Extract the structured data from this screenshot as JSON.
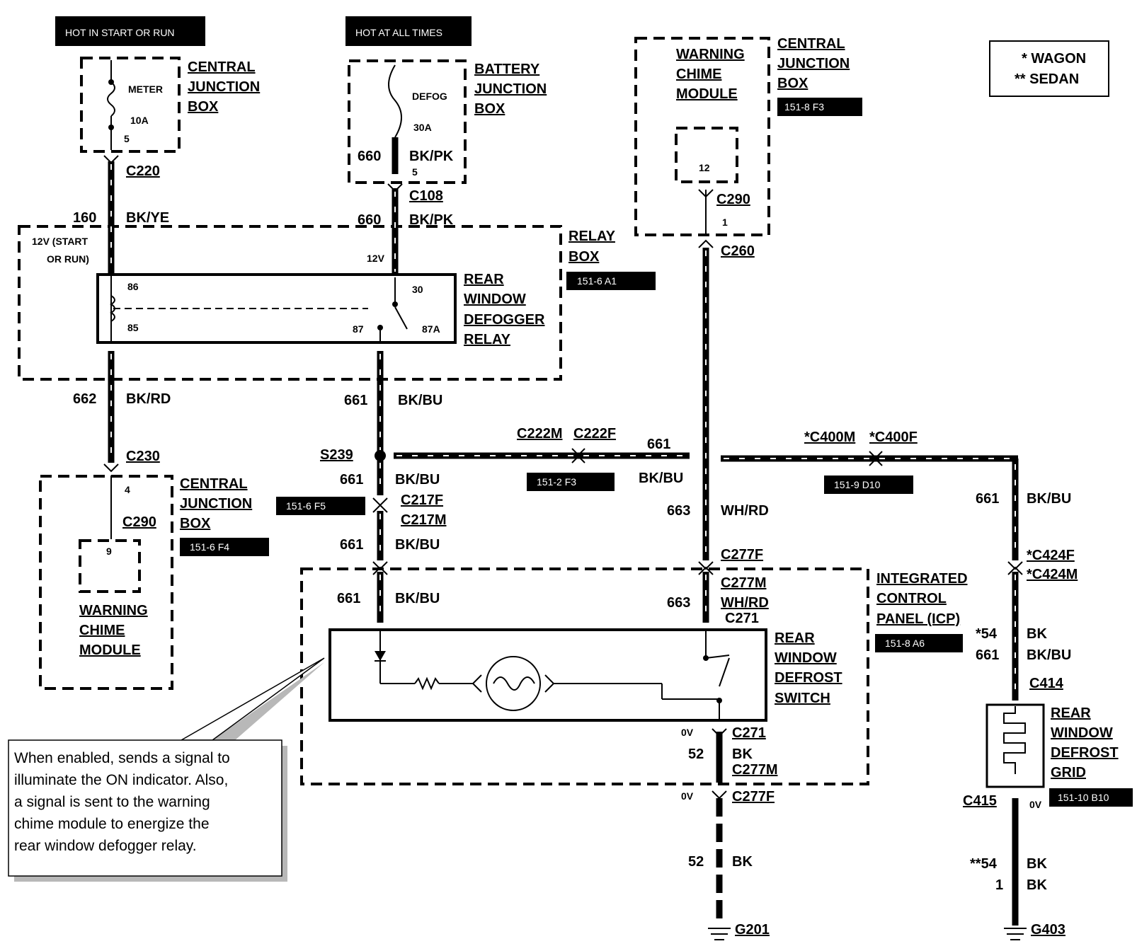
{
  "power": {
    "hot_in_start_or_run": "HOT IN START OR RUN",
    "hot_at_all_times": "HOT AT ALL TIMES"
  },
  "legend": {
    "wagon": "* WAGON",
    "sedan": "** SEDAN"
  },
  "components": {
    "cjb_fuse": {
      "name": [
        "CENTRAL",
        "JUNCTION",
        "BOX"
      ],
      "fuse": "METER",
      "rating": "10A",
      "pin": "5"
    },
    "battery_jb": {
      "name": [
        "BATTERY",
        "JUNCTION",
        "BOX"
      ],
      "fuse": "DEFOG",
      "rating": "30A",
      "pin": "5"
    },
    "chime_top": {
      "name": [
        "WARNING",
        "CHIME",
        "MODULE"
      ],
      "box": [
        "CENTRAL",
        "JUNCTION",
        "BOX"
      ],
      "ref": "151-8 F3",
      "pin": "12",
      "pin2": "1"
    },
    "relay_box": {
      "name": [
        "RELAY",
        "BOX"
      ],
      "ref": "151-6 A1"
    },
    "relay": {
      "name": [
        "REAR",
        "WINDOW",
        "DEFOGGER",
        "RELAY"
      ],
      "pin86": "86",
      "pin85": "85",
      "pin30": "30",
      "pin87": "87",
      "pin87a": "87A",
      "note_12v_start": "12V (START",
      "note_or_run": "OR RUN)",
      "note_12v": "12V"
    },
    "chime_bottom": {
      "box": [
        "CENTRAL",
        "JUNCTION",
        "BOX"
      ],
      "name": [
        "WARNING",
        "CHIME",
        "MODULE"
      ],
      "ref": "151-6 F4",
      "pin4": "4",
      "pin9": "9"
    },
    "icp": {
      "name": [
        "INTEGRATED",
        "CONTROL",
        "PANEL (ICP)"
      ],
      "ref": "151-8 A6"
    },
    "switch": {
      "name": [
        "REAR",
        "WINDOW",
        "DEFROST",
        "SWITCH"
      ]
    },
    "grid": {
      "name": [
        "REAR",
        "WINDOW",
        "DEFROST",
        "GRID"
      ],
      "ref": "151-10 B10"
    }
  },
  "connectors": {
    "c220": "C220",
    "c108": "C108",
    "c290_top": "C290",
    "c260": "C260",
    "c230": "C230",
    "c290_bot": "C290",
    "s239": "S239",
    "c217f": "C217F",
    "c217m": "C217M",
    "c222m": "C222M",
    "c222f": "C222F",
    "c400m": "*C400M",
    "c400f": "*C400F",
    "c277f": "C277F",
    "c277m": "C277M",
    "c271": "C271",
    "c271b": "C271",
    "c277m_b": "C277M",
    "c277f_b": "C277F",
    "c424f": "*C424F",
    "c424m": "*C424M",
    "c414": "C414",
    "c415": "C415",
    "g201": "G201",
    "g403": "G403"
  },
  "refs": {
    "s239_ref": "151-6 F5",
    "c222_ref": "151-2 F3",
    "c400_ref": "151-9 D10"
  },
  "wires": {
    "w660a": {
      "num": "660",
      "color": "BK/PK"
    },
    "w160": {
      "num": "160",
      "color": "BK/YE"
    },
    "w660b": {
      "num": "660",
      "color": "BK/PK"
    },
    "w662": {
      "num": "662",
      "color": "BK/RD"
    },
    "w661a": {
      "num": "661",
      "color": "BK/BU"
    },
    "w661b": {
      "num": "661",
      "color": "BK/BU"
    },
    "w661c": {
      "num": "661",
      "color": "BK/BU"
    },
    "w661d": {
      "num": "661",
      "color": "BK/BU"
    },
    "w661e": {
      "num": "661",
      "color": "BK/BU"
    },
    "w661f": {
      "num": "661",
      "color": "BK/BU"
    },
    "w663a": {
      "num": "663",
      "color": "WH/RD"
    },
    "w663b": {
      "num": "663",
      "color": "WH/RD"
    },
    "w52a": {
      "num": "52",
      "color": "BK"
    },
    "w52b": {
      "num": "52",
      "color": "BK"
    },
    "w54a": {
      "num": "*54",
      "color": "BK"
    },
    "w661g": {
      "num": "661",
      "color": "BK/BU"
    },
    "w54b": {
      "num": "**54",
      "color": "BK"
    },
    "w1": {
      "num": "1",
      "color": "BK"
    },
    "ov1": "0V",
    "ov2": "0V",
    "ov3": "0V"
  },
  "callout": [
    "When enabled, sends a signal to",
    "illuminate the ON indicator.  Also,",
    "a signal is sent to the warning",
    "chime module to energize the",
    "rear window defogger relay."
  ]
}
